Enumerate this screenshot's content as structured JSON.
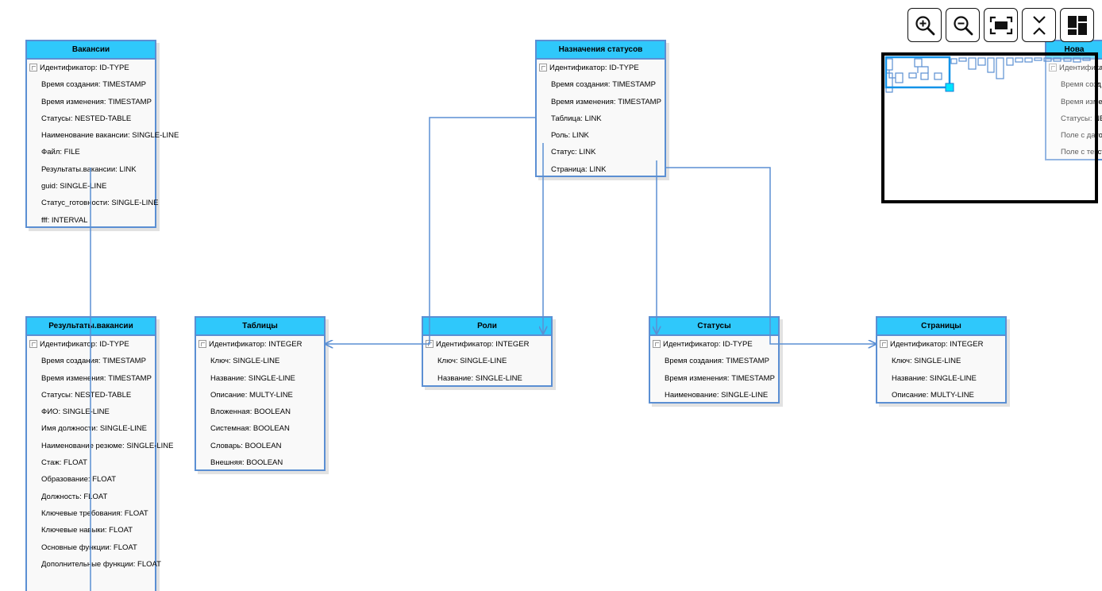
{
  "toolbar": {
    "buttons": [
      {
        "name": "zoom-in-button",
        "icon": "zoom-in-icon"
      },
      {
        "name": "zoom-out-button",
        "icon": "zoom-out-icon"
      },
      {
        "name": "fit-to-screen-button",
        "icon": "fit-screen-icon"
      },
      {
        "name": "collapse-button",
        "icon": "collapse-icon"
      },
      {
        "name": "layout-button",
        "icon": "layout-icon"
      }
    ]
  },
  "colors": {
    "header": "#2fc8fb",
    "border": "#5b8fd3",
    "connector": "#5b8fd3",
    "body": "#f9f9f9",
    "minimap_handle": "#00e5ff"
  },
  "entities": [
    {
      "id": "vacancies",
      "title": "Вакансии",
      "fields": [
        "Идентификатор: ID-TYPE",
        "Время создания: TIMESTAMP",
        "Время изменения: TIMESTAMP",
        "Статусы: NESTED-TABLE",
        "Наименование вакансии: SINGLE-LINE",
        "Файл: FILE",
        "Результаты.вакансии: LINK",
        "guid: SINGLE-LINE",
        "Статус_готовности: SINGLE-LINE",
        "fff: INTERVAL"
      ]
    },
    {
      "id": "status_assignments",
      "title": "Назначения статусов",
      "fields": [
        "Идентификатор: ID-TYPE",
        "Время создания: TIMESTAMP",
        "Время изменения: TIMESTAMP",
        "Таблица: LINK",
        "Роль: LINK",
        "Статус: LINK",
        "Страница: LINK"
      ]
    },
    {
      "id": "new_partial",
      "title": "Нова",
      "fields": [
        "Идентифика",
        "Время созд",
        "Время измен",
        "Статусы: NE",
        "Поле с дато",
        "Поле с текст"
      ]
    },
    {
      "id": "vacancy_results",
      "title": "Результаты.вакансии",
      "fields": [
        "Идентификатор: ID-TYPE",
        "Время создания: TIMESTAMP",
        "Время изменения: TIMESTAMP",
        "Статусы: NESTED-TABLE",
        "ФИО: SINGLE-LINE",
        "Имя должности: SINGLE-LINE",
        "Наименование резюме: SINGLE-LINE",
        "Стаж: FLOAT",
        "Образование: FLOAT",
        "Должность: FLOAT",
        "Ключевые требования: FLOAT",
        "Ключевые навыки: FLOAT",
        "Основные функции: FLOAT",
        "Дополнительные функции: FLOAT"
      ]
    },
    {
      "id": "tables",
      "title": "Таблицы",
      "fields": [
        "Идентификатор: INTEGER",
        "Ключ: SINGLE-LINE",
        "Название: SINGLE-LINE",
        "Описание: MULTY-LINE",
        "Вложенная: BOOLEAN",
        "Системная: BOOLEAN",
        "Словарь: BOOLEAN",
        "Внешняя: BOOLEAN"
      ]
    },
    {
      "id": "roles",
      "title": "Роли",
      "fields": [
        "Идентификатор: INTEGER",
        "Ключ: SINGLE-LINE",
        "Название: SINGLE-LINE"
      ]
    },
    {
      "id": "statuses",
      "title": "Статусы",
      "fields": [
        "Идентификатор: ID-TYPE",
        "Время создания: TIMESTAMP",
        "Время изменения: TIMESTAMP",
        "Наименование: SINGLE-LINE"
      ]
    },
    {
      "id": "pages",
      "title": "Страницы",
      "fields": [
        "Идентификатор: INTEGER",
        "Ключ: SINGLE-LINE",
        "Название: SINGLE-LINE",
        "Описание: MULTY-LINE"
      ]
    }
  ]
}
